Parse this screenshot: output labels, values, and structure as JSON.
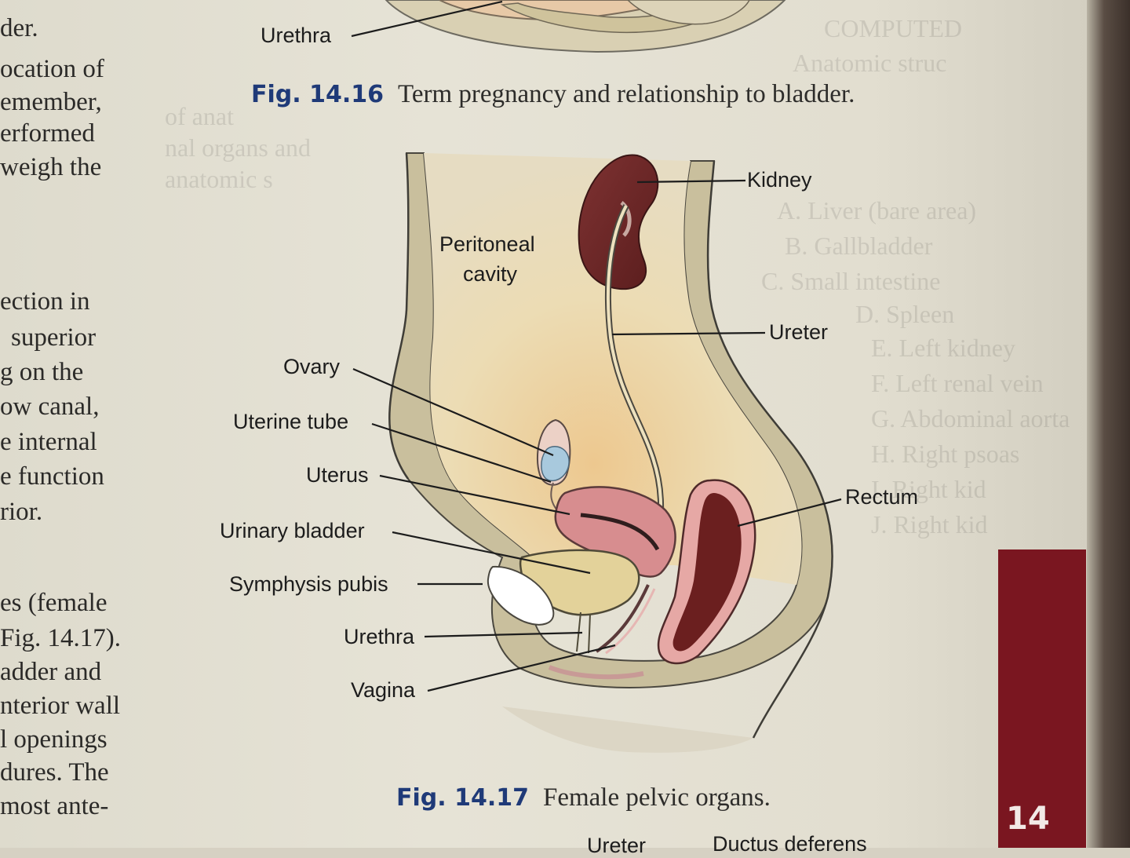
{
  "left_column_lines": [
    "der.",
    "ocation of",
    "emember,",
    "erformed",
    "weigh the",
    "ection in",
    "superior",
    "g on the",
    "ow canal,",
    "e internal",
    "e function",
    "rior.",
    "es (female",
    "Fig. 14.17).",
    "adder and",
    "nterior wall",
    "l openings",
    "dures. The",
    "most ante-"
  ],
  "faded_right_column_lines": [
    "COMPUTED",
    "Anatomic struc",
    "of anat",
    "nal organs and",
    "anatomic s",
    "A. Liver (bare area)",
    "B. Gallbladder",
    "C. Small intestine",
    "D. Spleen",
    "E. Left kidney",
    "F. Left renal vein",
    "G. Abdominal aorta",
    "H. Right psoas",
    "I. Right kid",
    "J. Right kid"
  ],
  "fig16": {
    "number": "Fig. 14.16",
    "caption": "Term pregnancy and relationship to bladder.",
    "label_urethra": "Urethra"
  },
  "fig17": {
    "number": "Fig. 14.17",
    "caption": "Female pelvic organs.",
    "labels": {
      "kidney": "Kidney",
      "peritoneal_cavity_line1": "Peritoneal",
      "peritoneal_cavity_line2": "cavity",
      "ureter": "Ureter",
      "ovary": "Ovary",
      "uterine_tube": "Uterine tube",
      "uterus": "Uterus",
      "rectum": "Rectum",
      "urinary_bladder": "Urinary bladder",
      "symphysis_pubis": "Symphysis pubis",
      "urethra": "Urethra",
      "vagina": "Vagina"
    }
  },
  "next_figure_labels": {
    "ureter": "Ureter",
    "ductus_deferens": "Ductus deferens"
  },
  "chapter_tab": "14",
  "colors": {
    "page": "#e3e0d3",
    "chapter_tab": "#7a1620",
    "figure_number": "#1f3a78",
    "kidney": "#6e2727",
    "uterus": "#d78d8f",
    "rectum": "#6b1f1f",
    "bladder": "#e3d29a",
    "ovary": "#a8c9dd"
  }
}
